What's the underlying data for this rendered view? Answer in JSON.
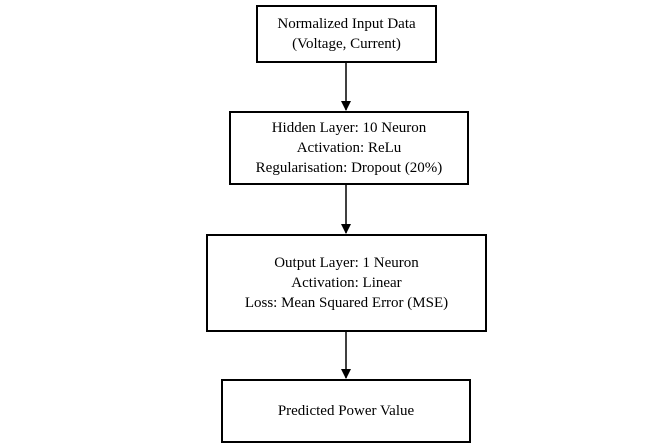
{
  "diagram": {
    "nodes": [
      {
        "id": "input",
        "lines": [
          "Normalized Input Data",
          "(Voltage, Current)"
        ]
      },
      {
        "id": "hidden",
        "lines": [
          "Hidden Layer: 10 Neuron",
          "Activation: ReLu",
          "Regularisation: Dropout (20%)"
        ]
      },
      {
        "id": "output",
        "lines": [
          "Output Layer: 1 Neuron",
          "Activation: Linear",
          "Loss: Mean Squared Error (MSE)"
        ]
      },
      {
        "id": "pred",
        "lines": [
          "Predicted Power Value"
        ]
      }
    ],
    "edges": [
      {
        "from": "input",
        "to": "hidden"
      },
      {
        "from": "hidden",
        "to": "output"
      },
      {
        "from": "output",
        "to": "pred"
      }
    ]
  }
}
